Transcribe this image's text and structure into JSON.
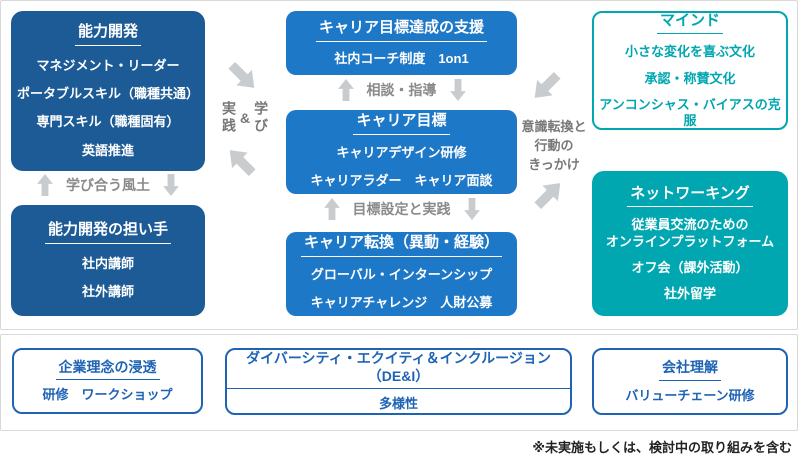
{
  "colors": {
    "dark_blue": "#1d5b97",
    "bright_blue": "#1e78c8",
    "teal": "#00a6b0",
    "accent_blue": "#1f63b5",
    "arrow_gray": "#c9ccce",
    "label_gray": "#8a8a8a",
    "panel_border": "#d9d9d9"
  },
  "diagram": {
    "capability": {
      "title": "能力開発",
      "items": [
        "マネジメント・リーダー",
        "ポータブルスキル（職種共通）",
        "専門スキル（職種固有）",
        "英語推進"
      ]
    },
    "trainers": {
      "title": "能力開発の担い手",
      "items": [
        "社内講師",
        "社外講師"
      ]
    },
    "support": {
      "title": "キャリア目標達成の支援",
      "items": [
        "社内コーチ制度　1on1"
      ]
    },
    "goal": {
      "title": "キャリア目標",
      "items": [
        "キャリアデザイン研修",
        "キャリアラダー　キャリア面談"
      ]
    },
    "transition": {
      "title": "キャリア転換（異動・経験）",
      "items": [
        "グローバル・インターンシップ",
        "キャリアチャレンジ　人財公募"
      ]
    },
    "mind": {
      "title": "マインド",
      "items": [
        "小さな変化を喜ぶ文化",
        "承認・称賛文化",
        "アンコンシャス・バイアスの克服"
      ]
    },
    "networking": {
      "title": "ネットワーキング",
      "items": [
        "従業員交流のための\nオンラインプラットフォーム",
        "オフ会（課外活動）",
        "社外留学"
      ]
    },
    "labels": {
      "learn_culture": "学び合う風土",
      "consult": "相談・指導",
      "goal_practice": "目標設定と実践",
      "practice": "実践",
      "amp": "&",
      "learning": "学び",
      "mindset_l1": "意識転換と",
      "mindset_l2": "行動の",
      "mindset_l3": "きっかけ"
    }
  },
  "foundation": {
    "philosophy": {
      "title": "企業理念の浸透",
      "items": [
        "研修　ワークショップ"
      ]
    },
    "dei": {
      "title": "ダイバーシティ・エクイティ＆インクルージョン（DE&I）",
      "items": [
        "多様性"
      ]
    },
    "company": {
      "title": "会社理解",
      "items": [
        "バリューチェーン研修"
      ]
    }
  },
  "footnote": "※未実施もしくは、検討中の取り組みを含む"
}
